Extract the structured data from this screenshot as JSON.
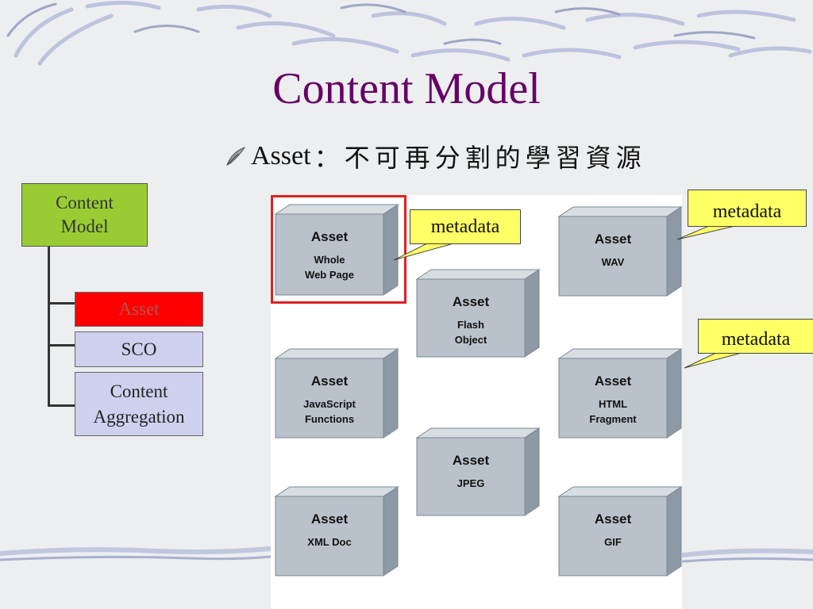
{
  "slide": {
    "title": "Content Model",
    "bullet": {
      "label": "Asset",
      "separator": "：",
      "text": "不可再分割的學習資源"
    }
  },
  "tree": {
    "root": "Content\nModel",
    "children": [
      "Asset",
      "SCO",
      "Content\nAggregation"
    ],
    "selected_color": "#ff0000",
    "root_color": "#99cc33",
    "child_color": "#cfd0ee"
  },
  "assets": [
    {
      "title": "Asset",
      "lines": [
        "Whole",
        "Web Page"
      ]
    },
    {
      "title": "Asset",
      "lines": [
        "Flash",
        "Object"
      ]
    },
    {
      "title": "Asset",
      "lines": [
        "WAV"
      ]
    },
    {
      "title": "Asset",
      "lines": [
        "JavaScript",
        "Functions"
      ]
    },
    {
      "title": "Asset",
      "lines": [
        "HTML",
        "Fragment"
      ]
    },
    {
      "title": "Asset",
      "lines": [
        "JPEG"
      ]
    },
    {
      "title": "Asset",
      "lines": [
        "XML Doc"
      ]
    },
    {
      "title": "Asset",
      "lines": [
        "GIF"
      ]
    }
  ],
  "callouts": [
    "metadata",
    "metadata",
    "metadata"
  ],
  "colors": {
    "title": "#660066",
    "callout_fill": "#ffff66",
    "highlight_border": "#e02020",
    "box_front": "#b9c2cb",
    "box_top": "#d6dde3",
    "box_side": "#8d99a5"
  }
}
